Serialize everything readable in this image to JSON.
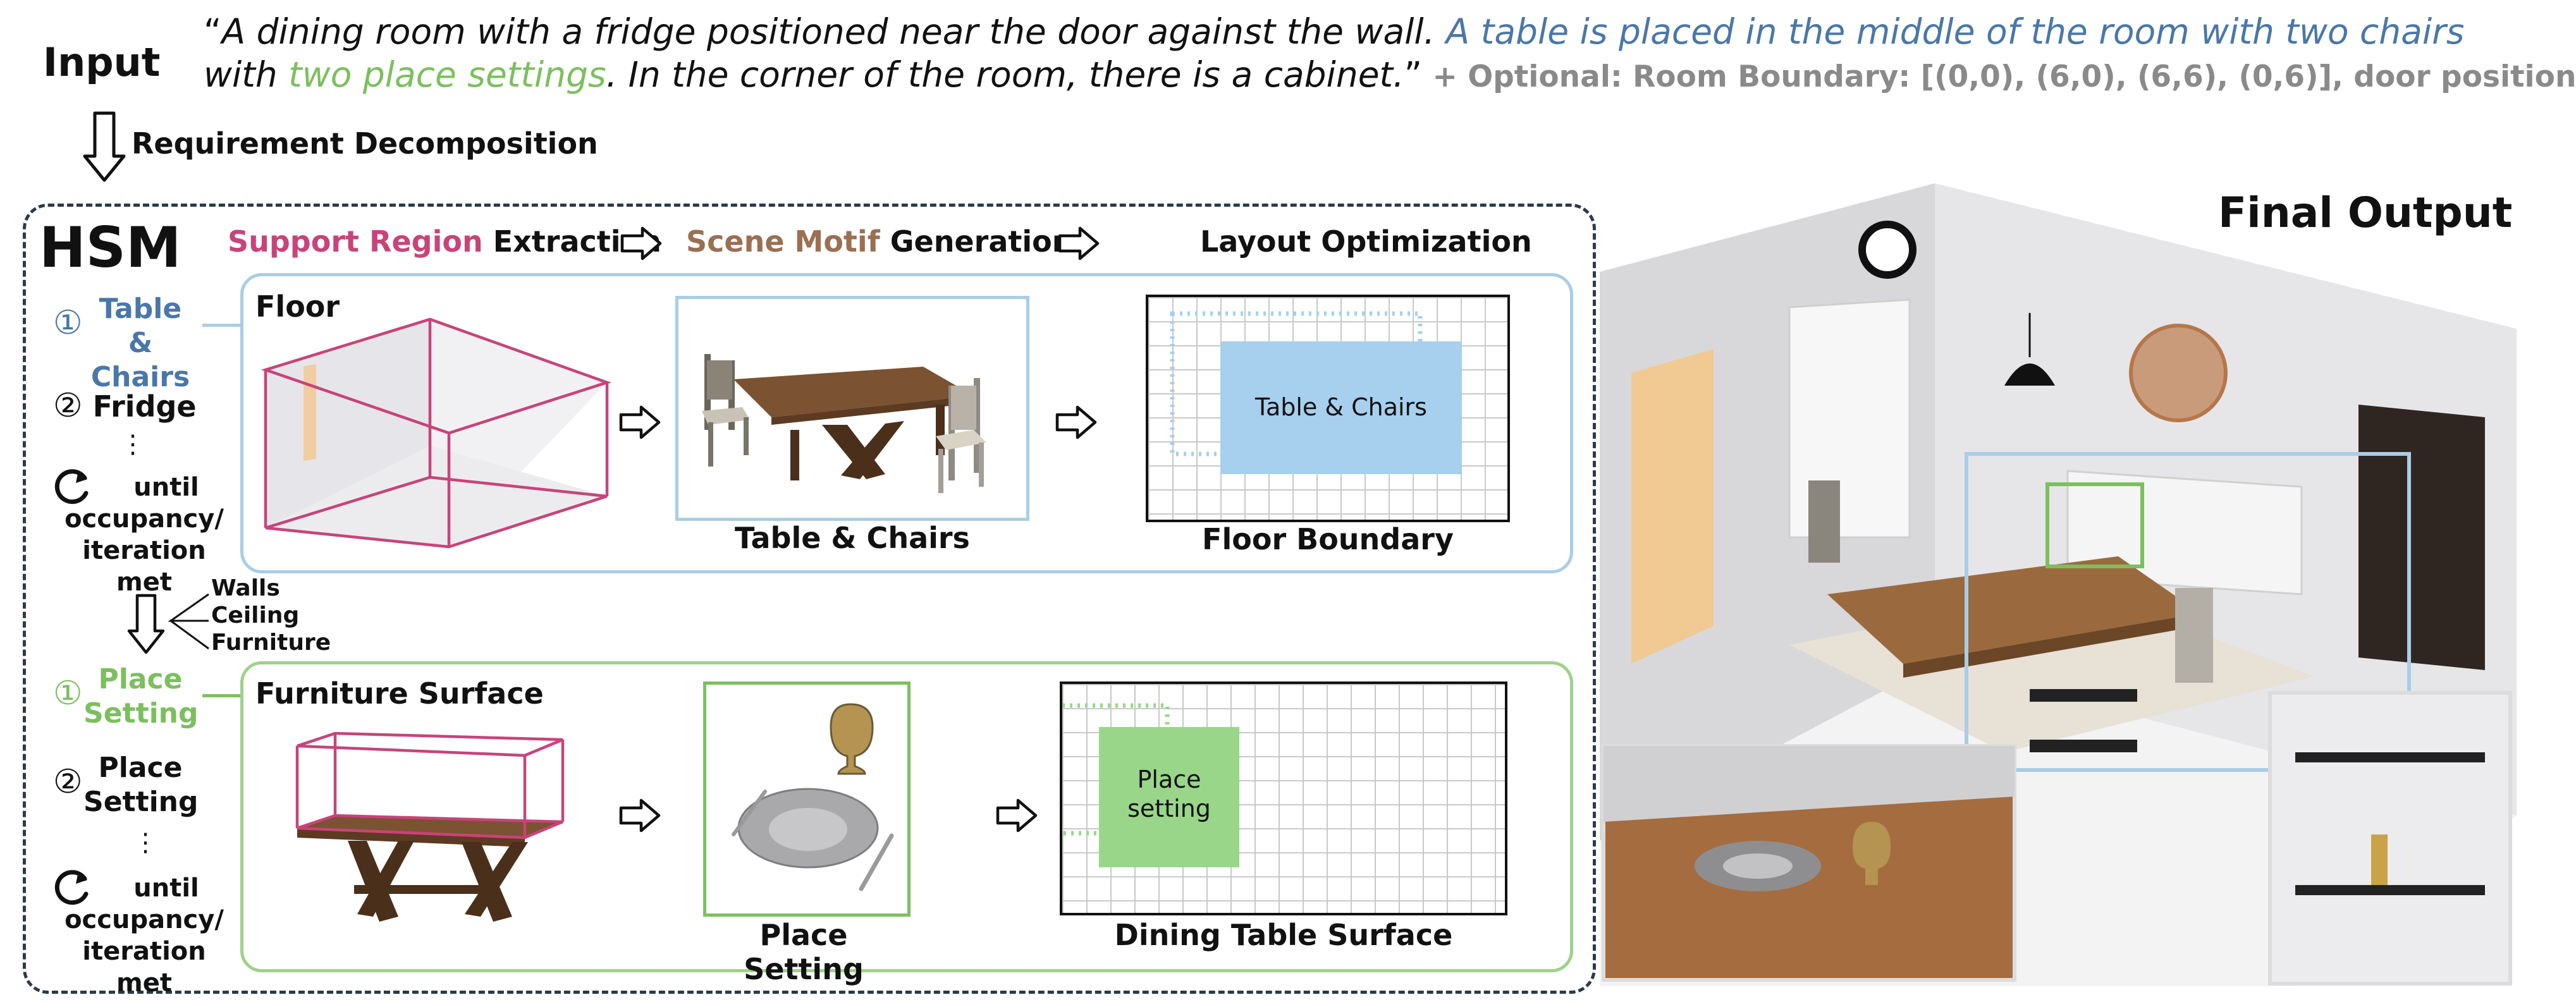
{
  "input": {
    "label": "Input",
    "quote_open": "“",
    "quote_black1": "A dining room with a fridge positioned near the door against the wall. ",
    "quote_blue": "A table is placed in the middle of the room with two chairs",
    "quote_line2_prefix": "with ",
    "quote_green": "two place settings",
    "quote_black2": ". In the corner of the room, there is a cabinet.",
    "quote_close": "”",
    "optional": " + Optional: Room Boundary: [(0,0), (6,0), (6,6), (0,6)], door position"
  },
  "requirement_decomposition": "Requirement Decomposition",
  "hsm": {
    "title": "HSM",
    "stages": {
      "support_region": "Support Region",
      "extraction": " Extraction",
      "scene_motif": "Scene Motif",
      "generation": " Generation",
      "layout_optimization": "Layout Optimization"
    },
    "list1": {
      "item1_num": "①",
      "item1_label": "Table & Chairs",
      "item2_num": "②",
      "item2_label": "Fridge",
      "dots": "⋮",
      "loop_label": "until occupancy/ iteration met"
    },
    "stack_labels": [
      "Walls",
      "Ceiling",
      "Furniture"
    ],
    "list2": {
      "item1_num": "①",
      "item1_label": "Place Setting",
      "item2_num": "②",
      "item2_label": "Place Setting",
      "dots": "⋮",
      "loop_label": "until occupancy/ iteration met"
    },
    "floor_panel": {
      "title": "Floor",
      "motif_caption": "Table & Chairs",
      "layout_caption": "Floor Boundary",
      "box_label": "Table & Chairs"
    },
    "surface_panel": {
      "title": "Furniture Surface",
      "motif_caption": "Place Setting",
      "layout_caption": "Dining Table Surface",
      "box_label": "Place setting"
    }
  },
  "final_output": "Final Output",
  "colors": {
    "blue": "#4a77a8",
    "light_blue": "#a9cde6",
    "green": "#7cbf5e",
    "pink": "#c8437a",
    "brown": "#9a6f52",
    "box_blue": "#a7d0ee",
    "box_green": "#99d689"
  }
}
